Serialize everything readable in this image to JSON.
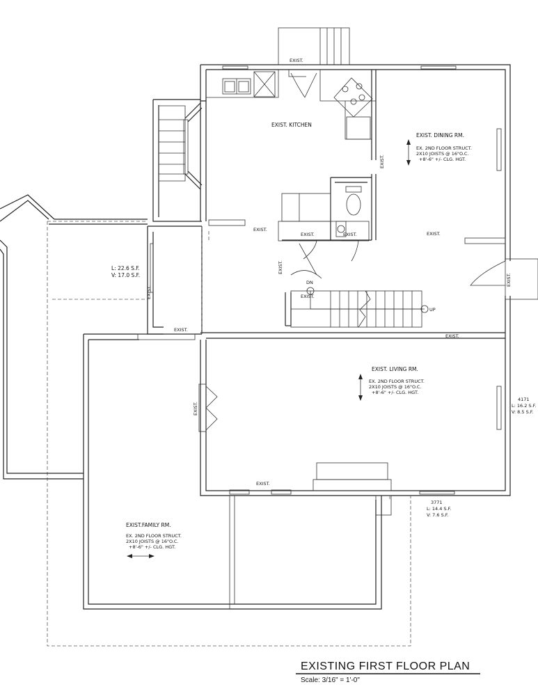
{
  "drawing": {
    "title": "EXISTING FIRST FLOOR PLAN",
    "scale": "Scale: 3/16\" = 1'-0\""
  },
  "rooms": {
    "kitchen": "EXIST. KITCHEN",
    "dining": "EXIST. DINING RM.",
    "living": "EXIST. LIVING RM.",
    "family": "EXIST.FAMILY RM."
  },
  "notes": {
    "dining": [
      "EX. 2ND FLOOR STRUCT.",
      "2X10 JOISTS @ 16\"O.C.",
      "+8'-6\" +/- CLG. HGT."
    ],
    "living": [
      "EX. 2ND FLOOR STRUCT.",
      "2X10 JOISTS @ 16\"O.C.",
      "+8'-6\" +/- CLG. HGT."
    ],
    "family": [
      "EX. 2ND FLOOR STRUCT.",
      "2X10 JOISTS @ 16\"O.C.",
      "+8'-6\" +/- CLG. HGT."
    ]
  },
  "exist_label": "EXIST.",
  "stair_labels": {
    "dn": "DN",
    "up": "UP"
  },
  "area_callouts": {
    "left": [
      "L: 22.6 S.F.",
      "V: 17.0 S.F."
    ],
    "right": [
      "4171",
      "L: 16.2 S.F.",
      "V: 8.5 S.F."
    ],
    "bottom": [
      "3771",
      "L: 14.4 S.F.",
      "V: 7.6 S.F."
    ]
  }
}
